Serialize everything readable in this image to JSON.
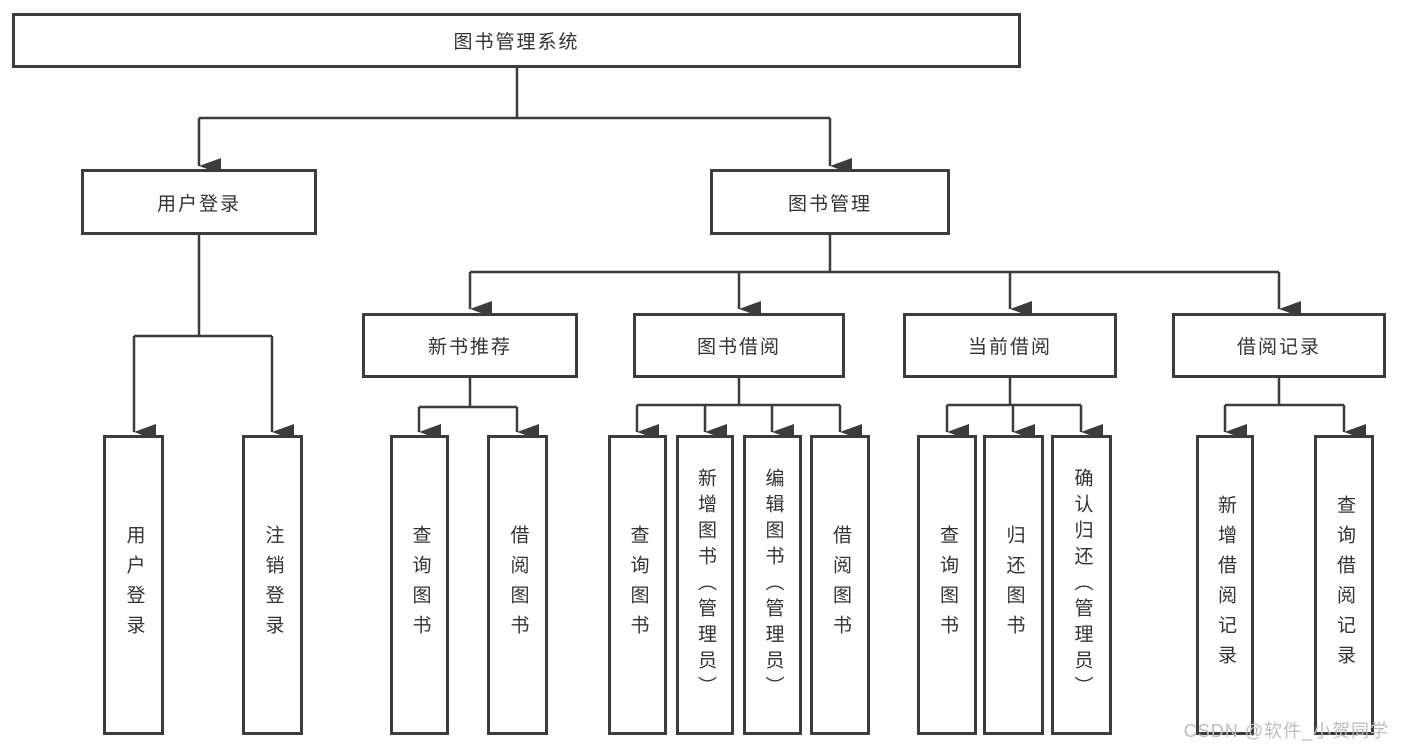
{
  "tree": {
    "root": {
      "label": "图书管理系统",
      "children": [
        {
          "label": "用户登录",
          "children": [
            {
              "label": "用户登录"
            },
            {
              "label": "注销登录"
            }
          ]
        },
        {
          "label": "图书管理",
          "children": [
            {
              "label": "新书推荐",
              "children": [
                {
                  "label": "查询图书"
                },
                {
                  "label": "借阅图书"
                }
              ]
            },
            {
              "label": "图书借阅",
              "children": [
                {
                  "label": "查询图书"
                },
                {
                  "label": "新增图书（管理员）"
                },
                {
                  "label": "编辑图书（管理员）"
                },
                {
                  "label": "借阅图书"
                }
              ]
            },
            {
              "label": "当前借阅",
              "children": [
                {
                  "label": "查询图书"
                },
                {
                  "label": "归还图书"
                },
                {
                  "label": "确认归还（管理员）"
                }
              ]
            },
            {
              "label": "借阅记录",
              "children": [
                {
                  "label": "新增借阅记录"
                },
                {
                  "label": "查询借阅记录"
                }
              ]
            }
          ]
        }
      ]
    },
    "watermark": "CSDN @软件_小贺同学",
    "colors": {
      "line": "#3c3c3c",
      "box_border": "#3c3c3c",
      "text": "#333333",
      "watermark": "#b9bdc4",
      "background": "#ffffff"
    }
  }
}
